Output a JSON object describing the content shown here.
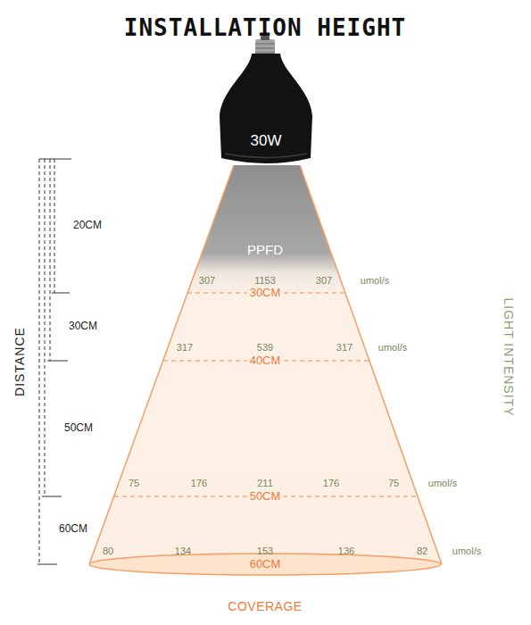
{
  "diagram": {
    "title": "INSTALLATION HEIGHT",
    "nodes": [
      {
        "text": [
          "30W"
        ]
      }
    ],
    "labels": [
      "PPFD",
      "307",
      "1153",
      "307",
      "umol/s",
      "30CM",
      "317",
      "539",
      "317",
      "umol/s",
      "40CM",
      "75",
      "176",
      "211",
      "176",
      "75",
      "umol/s",
      "50CM",
      "80",
      "134",
      "153",
      "136",
      "82",
      "umol/s",
      "60CM",
      "COVERAGE",
      "20CM",
      "30CM",
      "50CM",
      "60CM",
      "DISTANCE",
      "LIGHT INTENSITY"
    ]
  }
}
